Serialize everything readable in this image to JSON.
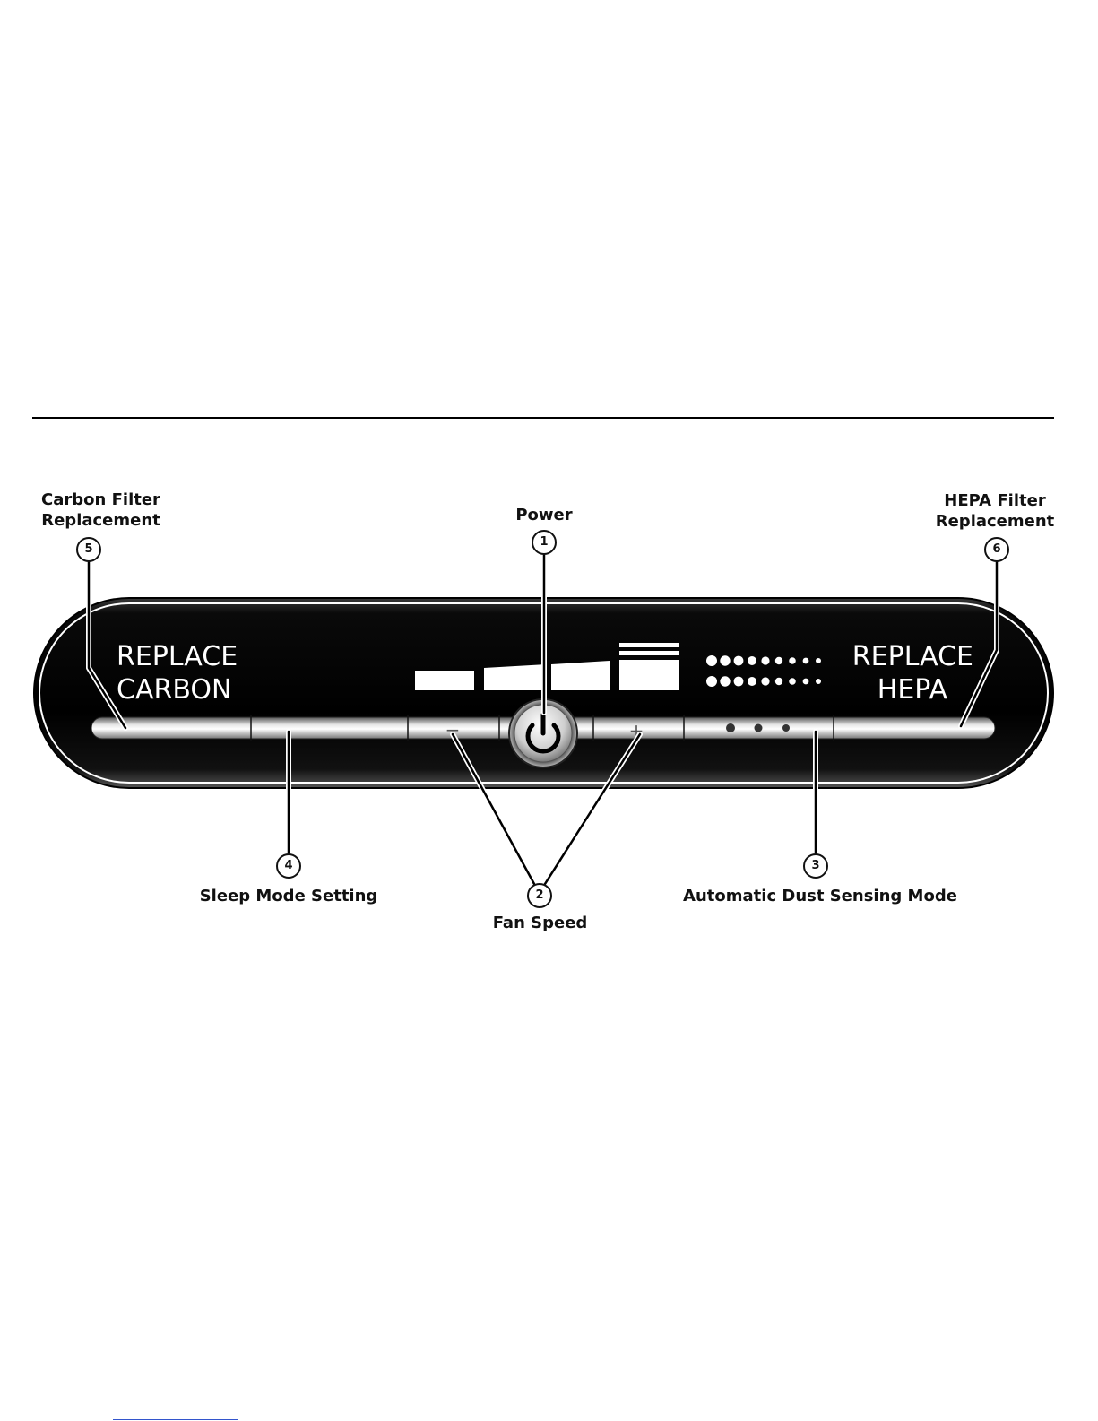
{
  "callouts": {
    "carbon": {
      "line1": "Carbon Filter",
      "line2": "Replacement",
      "number": "5"
    },
    "power": {
      "label": "Power",
      "number": "1"
    },
    "hepa": {
      "line1": "HEPA Filter",
      "line2": "Replacement",
      "number": "6"
    },
    "sleep": {
      "label": "Sleep Mode Setting",
      "number": "4"
    },
    "fan": {
      "label": "Fan Speed",
      "number": "2"
    },
    "auto": {
      "label": "Automatic Dust Sensing Mode",
      "number": "3"
    }
  },
  "panel": {
    "replace_carbon_line1": "REPLACE",
    "replace_carbon_line2": "CARBON",
    "replace_hepa_line1": "REPLACE",
    "replace_hepa_line2": "HEPA",
    "minus_symbol": "−",
    "plus_symbol": "+",
    "icons": [
      "moon-icon",
      "fan-speed-bars-icon",
      "dust-sensor-dots-icon",
      "power-icon"
    ]
  }
}
